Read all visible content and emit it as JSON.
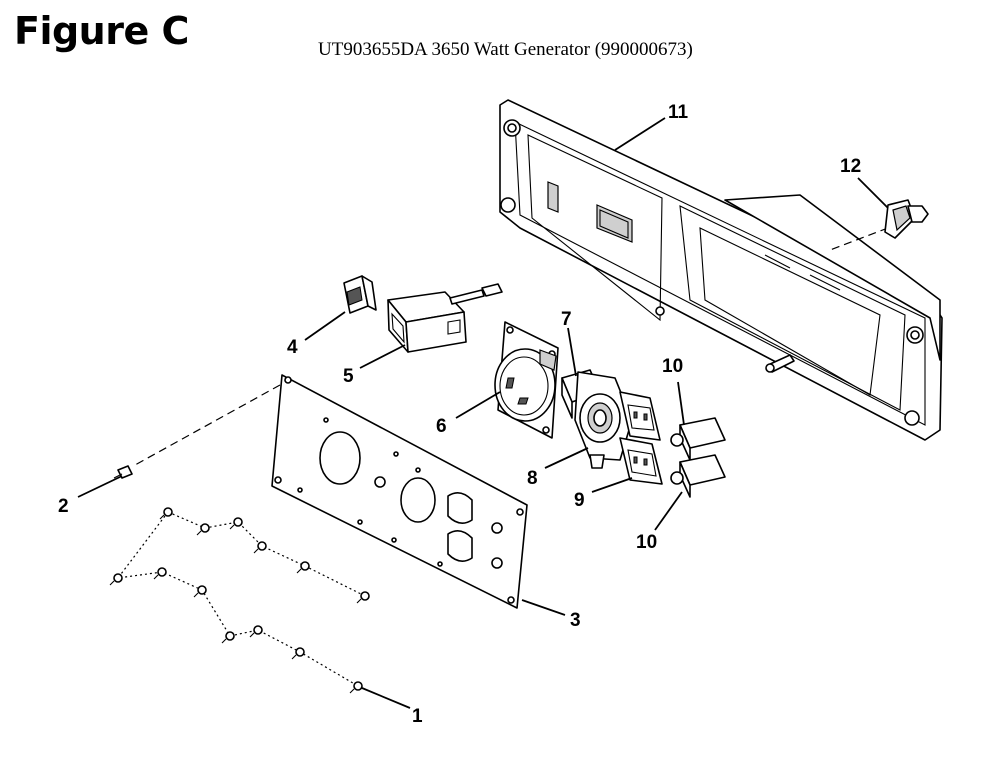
{
  "header": {
    "figure_label": "Figure C",
    "model_line": "UT903655DA 3650 Watt Generator (990000673)"
  },
  "callouts": [
    {
      "id": "1",
      "text": "1"
    },
    {
      "id": "2",
      "text": "2"
    },
    {
      "id": "3",
      "text": "3"
    },
    {
      "id": "4",
      "text": "4"
    },
    {
      "id": "5",
      "text": "5"
    },
    {
      "id": "6",
      "text": "6"
    },
    {
      "id": "7",
      "text": "7"
    },
    {
      "id": "8",
      "text": "8"
    },
    {
      "id": "9",
      "text": "9"
    },
    {
      "id": "10a",
      "text": "10"
    },
    {
      "id": "10b",
      "text": "10"
    },
    {
      "id": "11",
      "text": "11"
    },
    {
      "id": "12",
      "text": "12"
    }
  ]
}
